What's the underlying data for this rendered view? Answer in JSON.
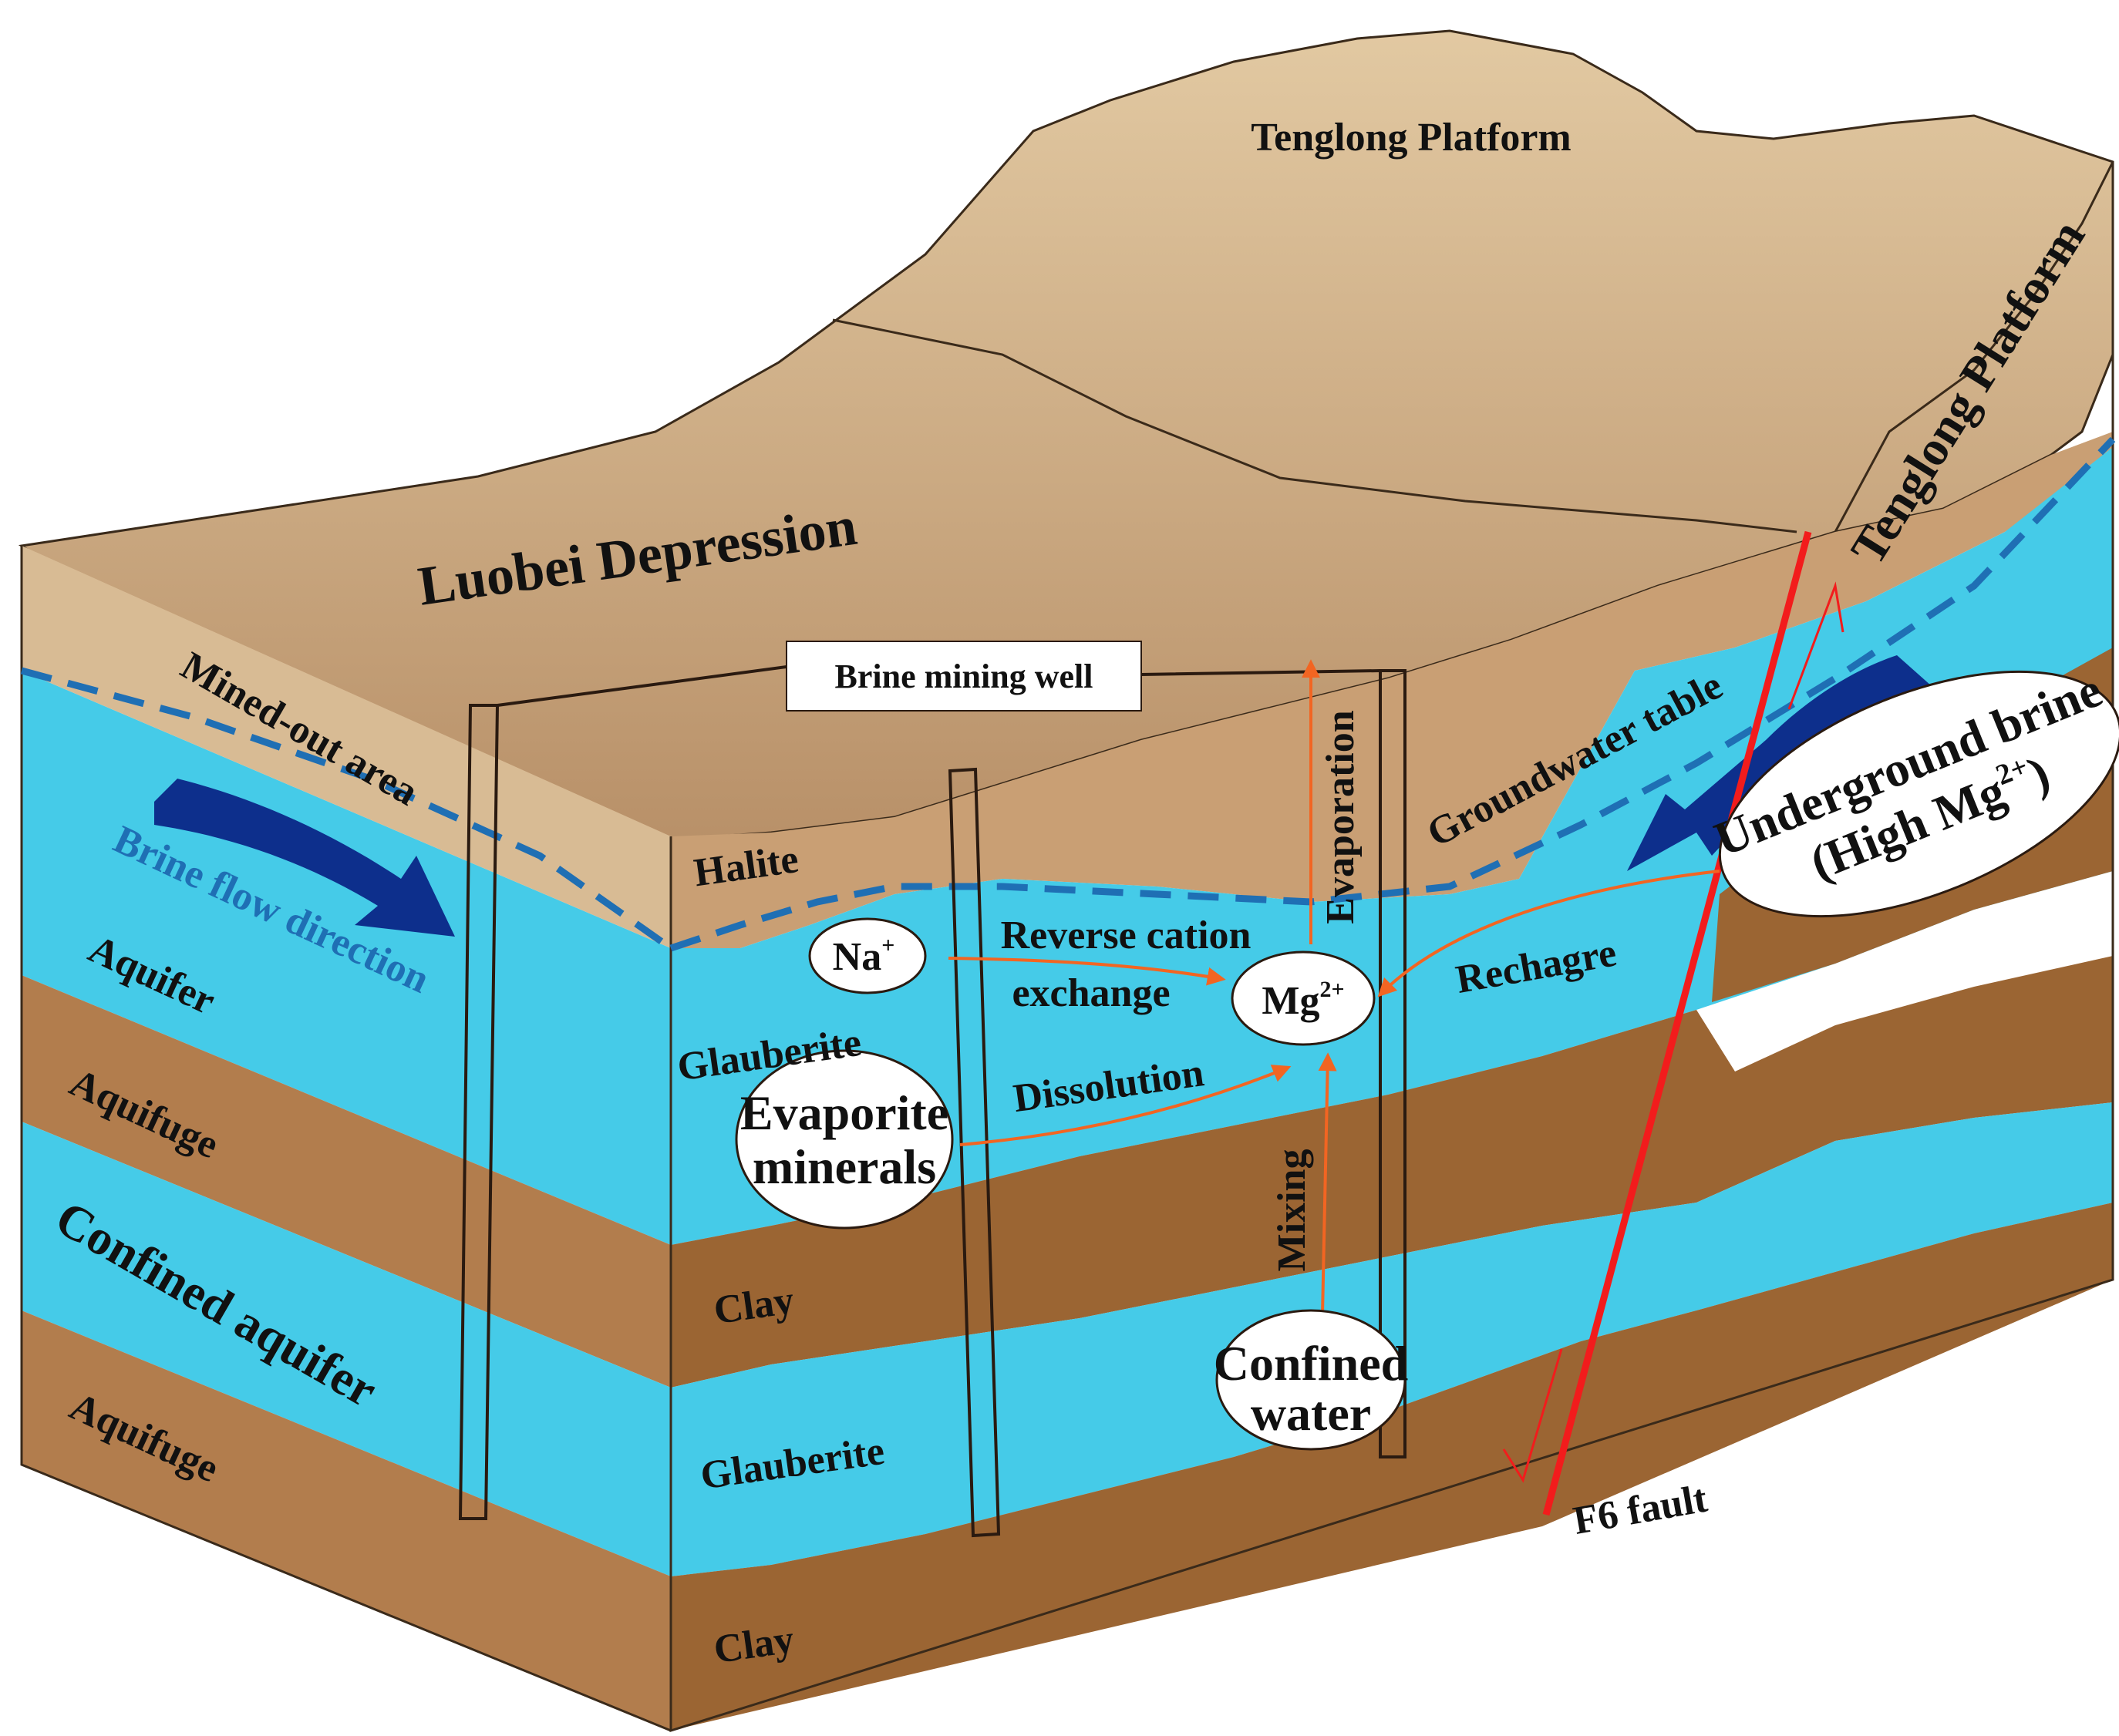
{
  "labels": {
    "tenglong_top": "Tenglong Platform",
    "tenglong_side": "Tenglong Platform",
    "luobei": "Luobei Depression",
    "mined_out": "Mined-out area",
    "brine_flow": "Brine flow direction",
    "brine_well": "Brine mining well",
    "groundwater_table": "Groundwater table",
    "halite": "Halite",
    "aquifer": "Aquifer",
    "aquifuge_1": "Aquifuge",
    "confined_aquifer": "Confined aquifer",
    "aquifuge_2": "Aquifuge",
    "glauberite_1": "Glauberite",
    "glauberite_2": "Glauberite",
    "clay_1": "Clay",
    "clay_2": "Clay",
    "evaporation": "Evaporation",
    "reverse_cation_1": "Reverse cation",
    "reverse_cation_2": "exchange",
    "dissolution": "Dissolution",
    "mixing": "Mixing",
    "recharge": "Rechagre",
    "f6_fault": "F6 fault"
  },
  "bubbles": {
    "na": "Na",
    "na_sup": "+",
    "mg": "Mg",
    "mg_sup": "2+",
    "evaporite_1": "Evaporite",
    "evaporite_2": "minerals",
    "confined_1": "Confined",
    "confined_2": "water",
    "underground_1": "Underground brine",
    "underground_2": "(High Mg",
    "underground_sup": "2+",
    "underground_3": ")"
  },
  "colors": {
    "terrain": "#c9a47e",
    "terrain_light": "#dcc29e",
    "aquifer": "#45cbe8",
    "clay_side": "#9b6533",
    "clay_front": "#b27d4d",
    "flow_arrow": "#0d2f8c",
    "water_table": "#1f6fb4",
    "process_arrow": "#f26522",
    "fault": "#f21c1c"
  }
}
